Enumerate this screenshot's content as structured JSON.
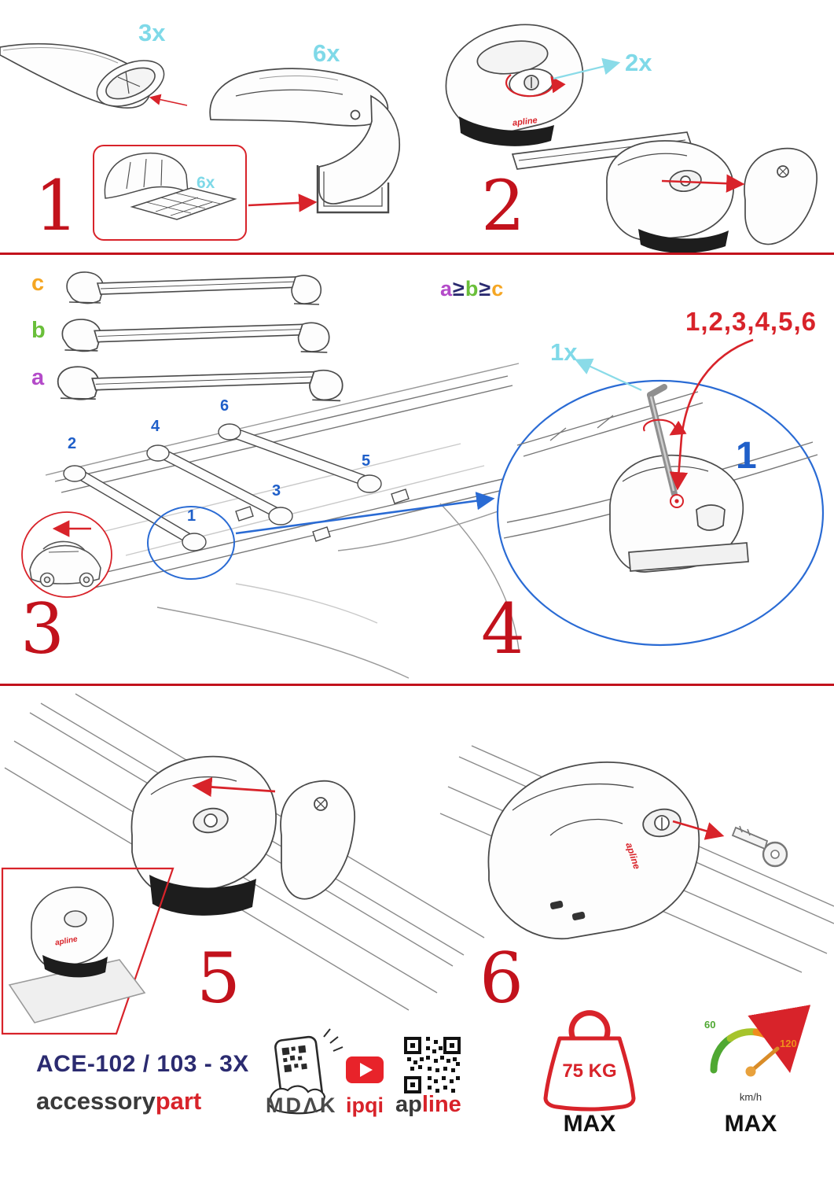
{
  "colors": {
    "red": "#d8232a",
    "cyan": "#7fd9e8",
    "blue": "#1f5fc9",
    "orange": "#f5a623",
    "green": "#6abf3a",
    "purple": "#b44bc9",
    "navy": "#2b2b70"
  },
  "steps": {
    "s1": {
      "num": "1",
      "bar_qty": "3x",
      "foot_qty": "6x",
      "pad_qty": "6x"
    },
    "s2": {
      "num": "2",
      "lock_qty": "2x"
    },
    "s3": {
      "num": "3",
      "size_a": "a",
      "size_b": "b",
      "size_c": "c",
      "rule_a": "a",
      "rule_ge1": "≥",
      "rule_b": "b",
      "rule_ge2": "≥",
      "rule_c": "c",
      "pos": {
        "p1": "1",
        "p2": "2",
        "p3": "3",
        "p4": "4",
        "p5": "5",
        "p6": "6"
      }
    },
    "s4": {
      "num": "4",
      "key_qty": "1x",
      "sequence": "1,2,3,4,5,6",
      "first_pos": "1"
    },
    "s5": {
      "num": "5"
    },
    "s6": {
      "num": "6"
    }
  },
  "brand": {
    "small": "apline"
  },
  "footer": {
    "model": "ACE-102 / 103 - 3X",
    "accessory": "accessory",
    "part": "part",
    "mdak": "MDΛK",
    "ipqi": "ipqi",
    "apline_ap": "ap",
    "apline_line": "line",
    "weight_value": "75 KG",
    "weight_max": "MAX",
    "speed_60": "60",
    "speed_120": "120",
    "speed_unit": "km/h",
    "speed_max": "MAX"
  }
}
